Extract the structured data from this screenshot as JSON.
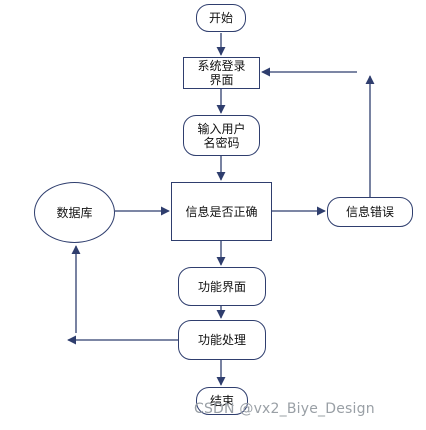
{
  "nodes": {
    "start": "开始",
    "login_line1": "系统登录",
    "login_line2": "界面",
    "input_line1": "输入用户",
    "input_line2": "名密码",
    "check": "信息是否正确",
    "error": "信息错误",
    "database": "数据库",
    "function_ui": "功能界面",
    "function_process": "功能处理",
    "end": "结束"
  },
  "watermark": "CSDN @vx2_Biye_Design",
  "colors": {
    "stroke": "#2f3e6e",
    "text": "#111111",
    "watermark": "#9aa0a6"
  }
}
